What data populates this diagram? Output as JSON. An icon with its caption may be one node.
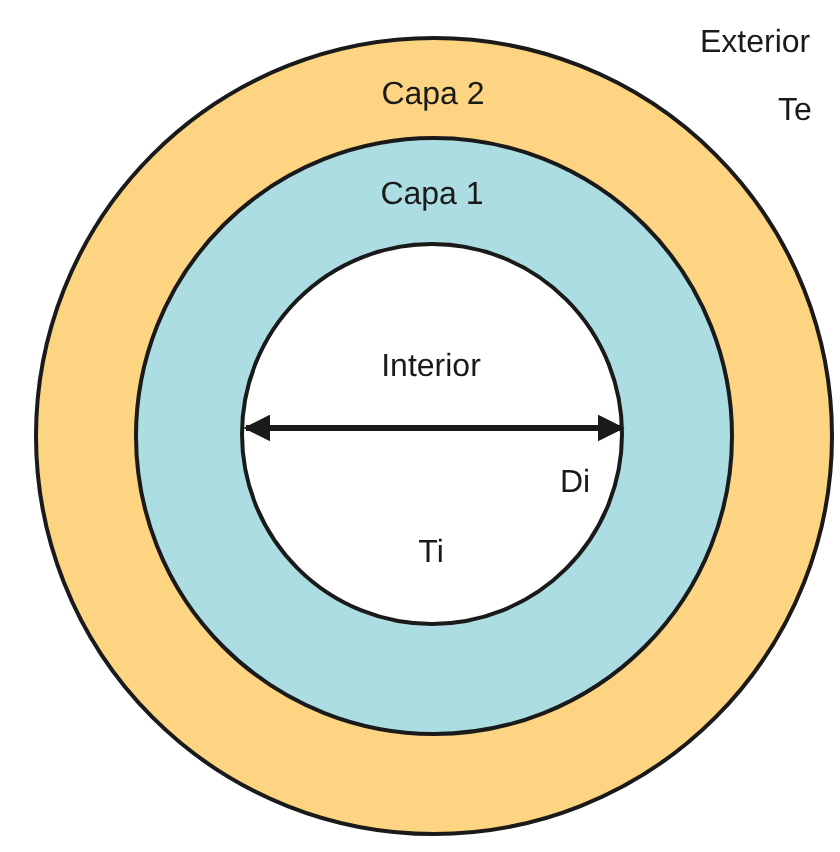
{
  "diagram": {
    "nodes": [
      {
        "text": [
          "Capa 2"
        ]
      },
      {
        "text": [
          "Capa 1"
        ],
        "in": 0
      },
      {
        "text": [
          "Interior",
          "Ti"
        ],
        "in": 1
      }
    ],
    "labels": [
      "Exterior",
      "Te",
      "Di"
    ]
  }
}
